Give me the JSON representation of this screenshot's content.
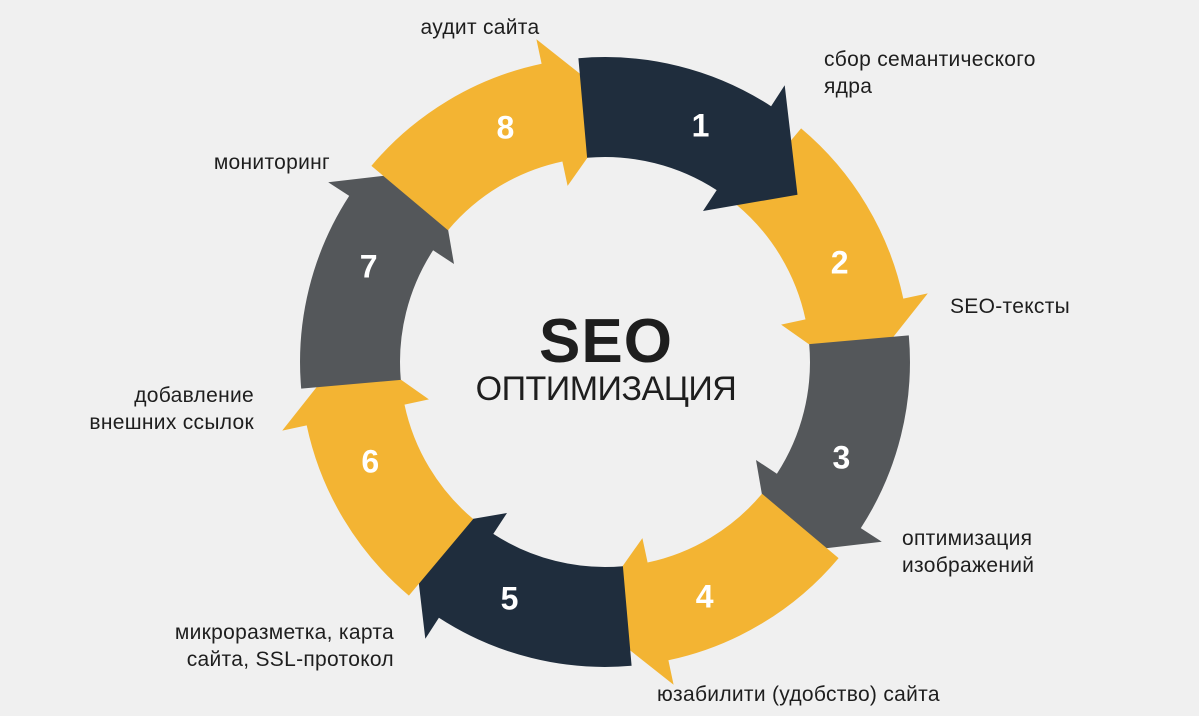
{
  "center": {
    "title": "SEO",
    "subtitle": "ОПТИМИЗАЦИЯ"
  },
  "colors": {
    "background": "#f0f0f0",
    "navy": "#1f2d3d",
    "yellow": "#f3b433",
    "gray": "#54575a",
    "text": "#1e1e1e"
  },
  "steps": [
    {
      "number": "1",
      "color": "navy",
      "lines": [
        "аудит сайта"
      ]
    },
    {
      "number": "2",
      "color": "yellow",
      "lines": [
        "сбор семантического",
        "ядра"
      ]
    },
    {
      "number": "3",
      "color": "gray",
      "lines": [
        "SEO-тексты"
      ]
    },
    {
      "number": "4",
      "color": "yellow",
      "lines": [
        "оптимизация",
        "изображений"
      ]
    },
    {
      "number": "5",
      "color": "navy",
      "lines": [
        "юзабилити (удобство) сайта"
      ]
    },
    {
      "number": "6",
      "color": "yellow",
      "lines": [
        "микроразметка, карта",
        "сайта, SSL-протокол"
      ]
    },
    {
      "number": "7",
      "color": "gray",
      "lines": [
        "добавление",
        "внешних ссылок"
      ]
    },
    {
      "number": "8",
      "color": "yellow",
      "lines": [
        "мониторинг"
      ]
    }
  ]
}
